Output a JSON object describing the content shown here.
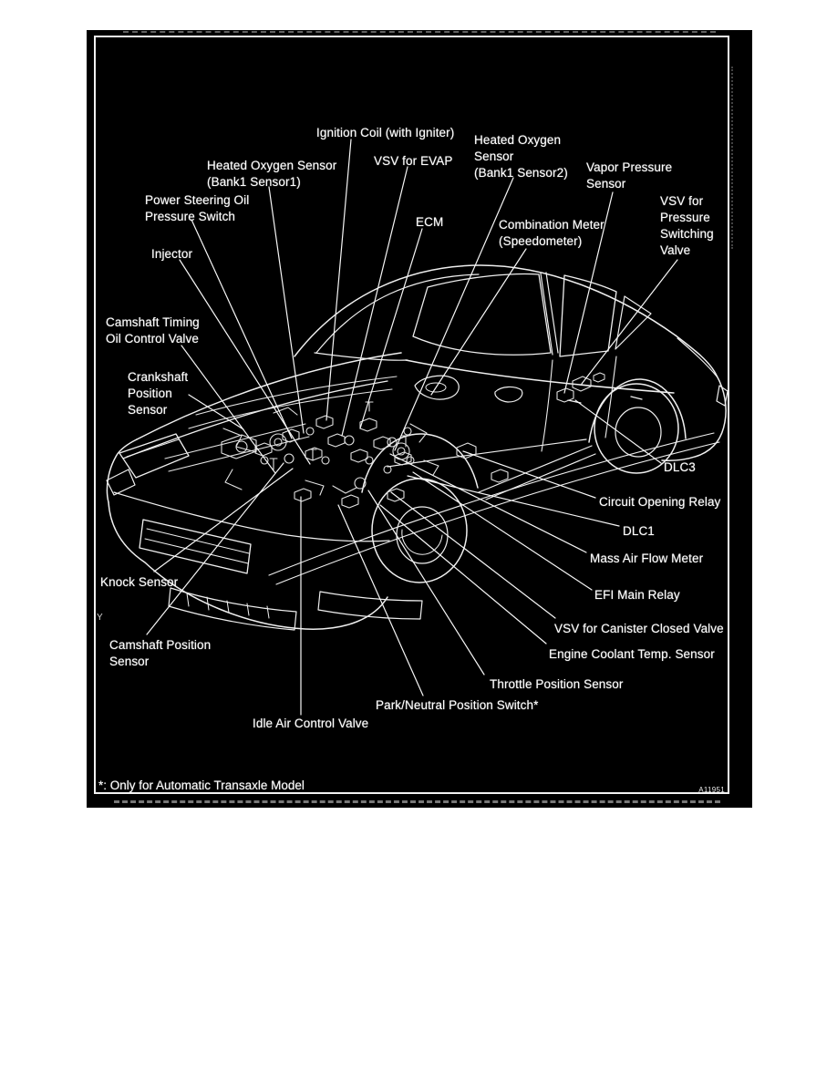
{
  "colors": {
    "page_background": "#ffffff",
    "diagram_background": "#000000",
    "line_art": "#ffffff",
    "label_text": "#ffffff"
  },
  "labels": {
    "injector": {
      "lines": [
        "Injector"
      ]
    },
    "power_steering": {
      "lines": [
        "Power Steering Oil",
        "Pressure Switch"
      ]
    },
    "heated_o2_bank1_sensor1": {
      "lines": [
        "Heated Oxygen Sensor",
        "(Bank1 Sensor1)"
      ]
    },
    "ignition_coil": {
      "lines": [
        "Ignition Coil (with Igniter)"
      ]
    },
    "vsv_evap": {
      "lines": [
        "VSV for EVAP"
      ]
    },
    "heated_o2_bank1_sensor2": {
      "lines": [
        "Heated Oxygen",
        "Sensor",
        "(Bank1 Sensor2)"
      ]
    },
    "vapor_pressure": {
      "lines": [
        "Vapor Pressure",
        "Sensor"
      ]
    },
    "ecm": {
      "lines": [
        "ECM"
      ]
    },
    "combination_meter": {
      "lines": [
        "Combination Meter",
        "(Speedometer)"
      ]
    },
    "vsv_pressure_switching": {
      "lines": [
        "VSV for",
        "Pressure",
        "Switching",
        "Valve"
      ]
    },
    "camshaft_timing": {
      "lines": [
        "Camshaft Timing",
        "Oil Control Valve"
      ]
    },
    "crankshaft_position": {
      "lines": [
        "Crankshaft",
        "Position",
        "Sensor"
      ]
    },
    "knock_sensor": {
      "lines": [
        "Knock Sensor"
      ]
    },
    "camshaft_position": {
      "lines": [
        "Camshaft Position",
        "Sensor"
      ]
    },
    "idle_air": {
      "lines": [
        "Idle Air Control Valve"
      ]
    },
    "park_neutral": {
      "lines": [
        "Park/Neutral Position Switch*"
      ]
    },
    "throttle_position": {
      "lines": [
        "Throttle Position Sensor"
      ]
    },
    "engine_coolant": {
      "lines": [
        "Engine Coolant Temp. Sensor"
      ]
    },
    "vsv_canister": {
      "lines": [
        "VSV for Canister Closed Valve"
      ]
    },
    "efi_main_relay": {
      "lines": [
        "EFI Main Relay"
      ]
    },
    "mass_air_flow": {
      "lines": [
        "Mass Air Flow Meter"
      ]
    },
    "dlc1": {
      "lines": [
        "DLC1"
      ]
    },
    "circuit_opening_relay": {
      "lines": [
        "Circuit Opening Relay"
      ]
    },
    "dlc3": {
      "lines": [
        "DLC3"
      ]
    }
  },
  "footnote": {
    "text": "*: Only for Automatic Transaxle Model"
  },
  "figure_id": {
    "text": "A11951"
  },
  "stray_mark": {
    "text": "Y"
  }
}
